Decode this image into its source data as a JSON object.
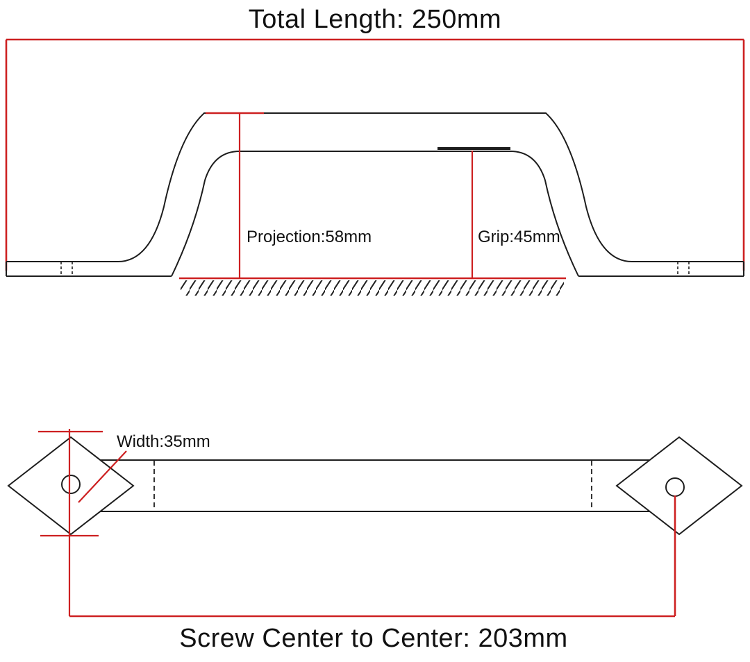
{
  "diagram": {
    "top_title": "Total Length: 250mm",
    "bottom_title": "Screw Center to Center: 203mm",
    "side_view": {
      "projection_label": "Projection:58mm",
      "grip_label": "Grip:45mm"
    },
    "top_view": {
      "width_label": "Width:35mm"
    },
    "colors": {
      "dimension_red": "#cd2021",
      "line_black": "#1d1d1d",
      "text_black": "#111111",
      "background": "#ffffff"
    }
  }
}
